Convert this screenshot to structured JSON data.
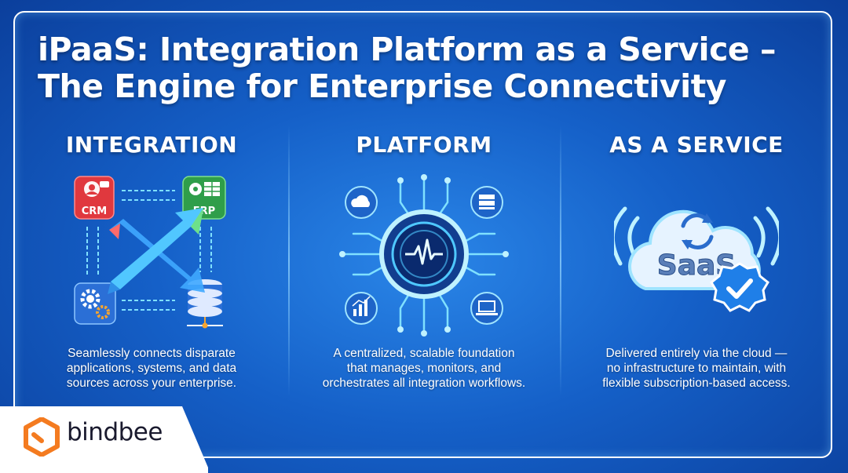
{
  "title": {
    "line1": "iPaaS: Integration Platform as a Service –",
    "line2": "The Engine for Enterprise Connectivity"
  },
  "columns": [
    {
      "heading": "INTEGRATION",
      "labels": {
        "crm": "CRM",
        "erp": "ERP"
      },
      "description": [
        "Seamlessly connects disparate",
        "applications, systems, and data",
        "sources across your enterprise."
      ]
    },
    {
      "heading": "PLATFORM",
      "description": [
        "A centralized, scalable foundation",
        "that manages, monitors, and",
        "orchestrates all integration workflows."
      ]
    },
    {
      "heading": "AS A SERVICE",
      "cloud_label": "SaaS",
      "description": [
        "Delivered entirely via the cloud —",
        "no infrastructure to maintain, with",
        "flexible subscription-based access."
      ]
    }
  ],
  "brand": {
    "name": "bindbee",
    "logo_color": "#f47b20"
  },
  "colors": {
    "accent_cyan": "#7fe0ff",
    "crm_red": "#e0383e",
    "erp_green": "#2f9e4a"
  }
}
